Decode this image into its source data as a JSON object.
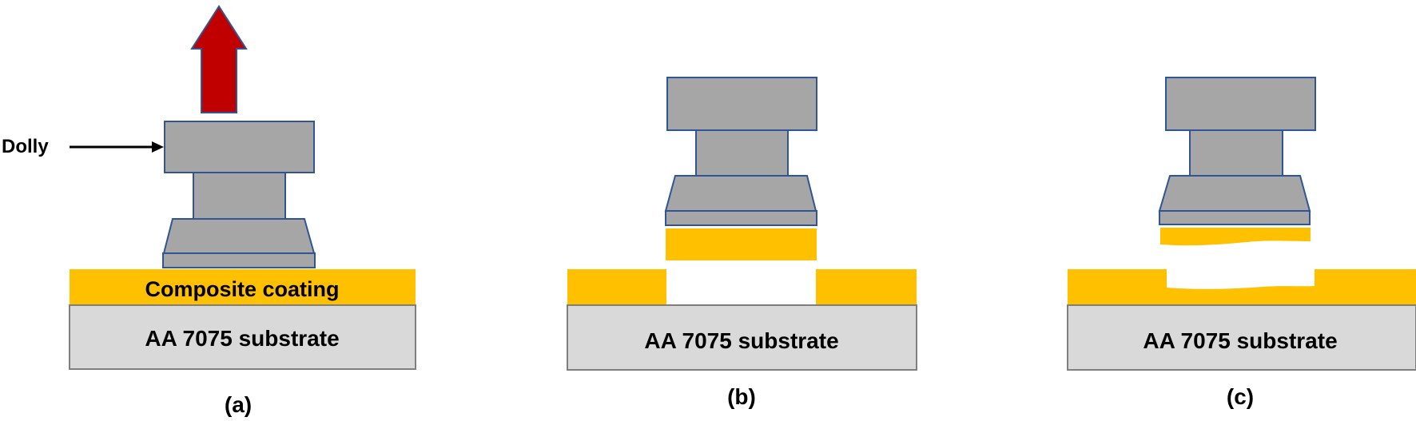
{
  "colors": {
    "dolly_fill": "#a6a6a6",
    "dolly_stroke": "#2f5597",
    "coating": "#ffc000",
    "substrate_fill": "#d9d9d9",
    "substrate_stroke": "#7f7f7f",
    "arrow_fill": "#c00000",
    "arrow_stroke": "#2f5597",
    "background": "#ffffff"
  },
  "panel_a": {
    "dolly_label": "Dolly",
    "coating_label": "Composite coating",
    "substrate_label": "AA 7075 substrate",
    "caption": "(a)"
  },
  "panel_b": {
    "substrate_label": "AA 7075 substrate",
    "caption": "(b)"
  },
  "panel_c": {
    "substrate_label": "AA 7075 substrate",
    "caption": "(c)"
  }
}
